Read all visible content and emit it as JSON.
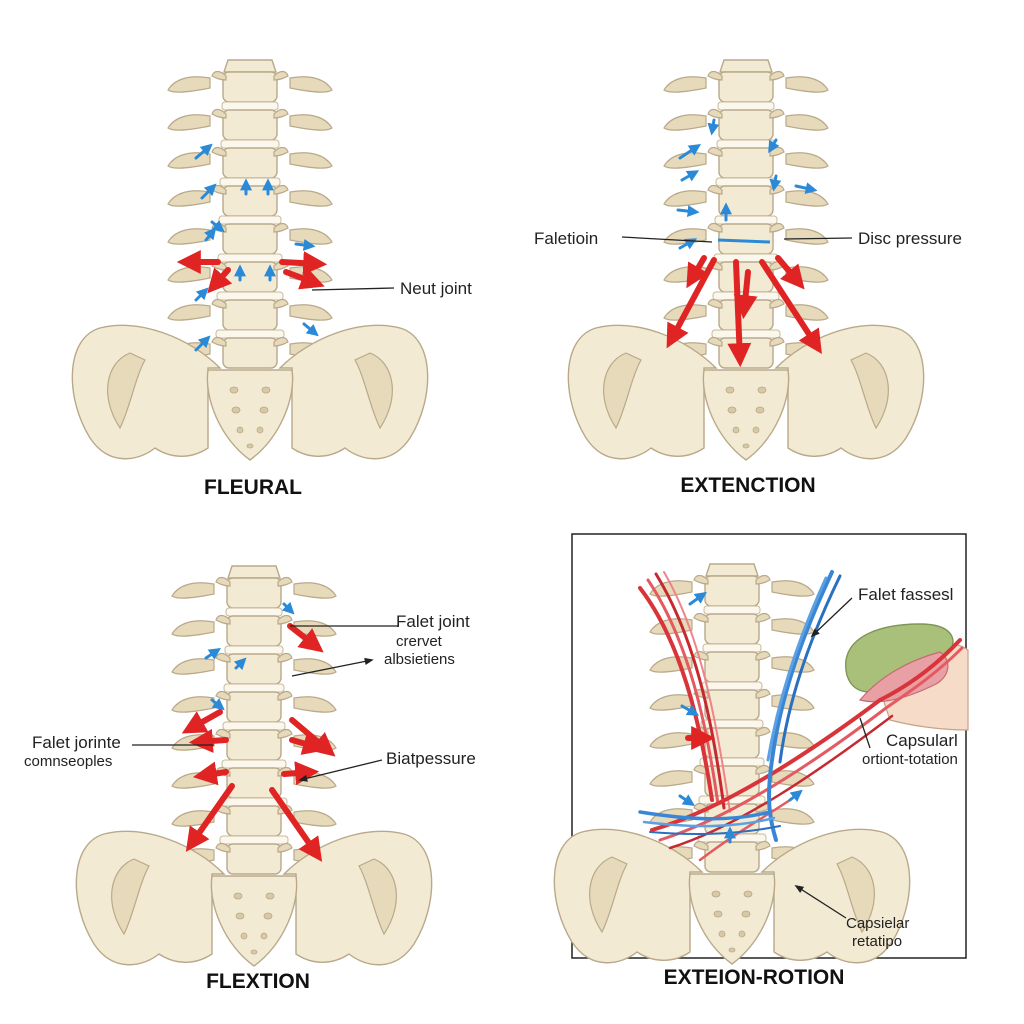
{
  "panels": [
    {
      "title": "FLEURAL",
      "labels": [
        "Neut joint"
      ]
    },
    {
      "title": "EXTENCTION",
      "labels": [
        "Faletioin",
        "Disc pressure"
      ]
    },
    {
      "title": "FLEXTION",
      "labels": [
        "Falet joint",
        "crervet",
        "albsietiens",
        "Falet jorinte",
        "comnseoples",
        "Biatpessure"
      ]
    },
    {
      "title": "EXTEION-ROTION",
      "labels": [
        "Falet fassesl",
        "Capsularl",
        "ortiont-totation",
        "Capsielar",
        "retatipo"
      ]
    }
  ],
  "colors": {
    "bone": "#f3ead3",
    "bone_outline": "#b9a98a",
    "arrow_red": "#e02424",
    "arrow_blue": "#2a8ad8",
    "nerve_red": "#d9343a",
    "nerve_blue": "#3a86d6",
    "cartilage_green": "#a9c07a",
    "frame": "#222222"
  }
}
